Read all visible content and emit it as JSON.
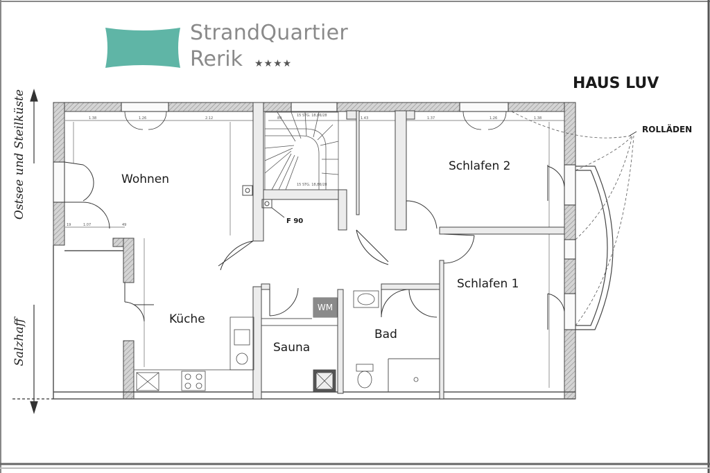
{
  "header": {
    "brand_line1": "StrandQuartier",
    "brand_line2": "Rerik",
    "stars": "★★★★",
    "house_name": "HAUS LUV",
    "shutters_label": "ROLLÄDEN"
  },
  "side_labels": {
    "top": "Ostsee und Steilküste",
    "bottom": "Salzhaff"
  },
  "rooms": {
    "wohnen": "Wohnen",
    "kueche": "Küche",
    "sauna": "Sauna",
    "bad": "Bad",
    "schlafen1": "Schlafen 1",
    "schlafen2": "Schlafen 2",
    "f90": "F 90",
    "wm": "WM"
  },
  "colors": {
    "logo_teal": "#5fb5a6",
    "brand_grey": "#8a8a8a",
    "wall_fill": "#d4d4d4",
    "wall_stroke": "#444444",
    "wm_fill": "#8a8a8a"
  }
}
